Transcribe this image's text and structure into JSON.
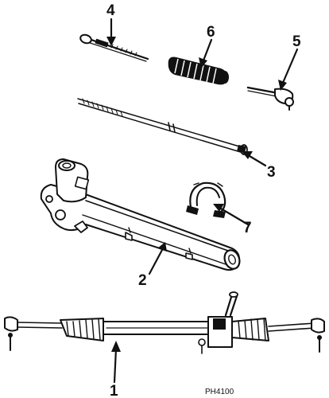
{
  "diagram": {
    "callouts": [
      {
        "id": "1",
        "label": "1"
      },
      {
        "id": "2",
        "label": "2"
      },
      {
        "id": "3",
        "label": "3"
      },
      {
        "id": "4",
        "label": "4"
      },
      {
        "id": "5",
        "label": "5"
      },
      {
        "id": "6",
        "label": "6"
      },
      {
        "id": "7",
        "label": "7"
      }
    ],
    "diagram_code": "PH4100"
  }
}
